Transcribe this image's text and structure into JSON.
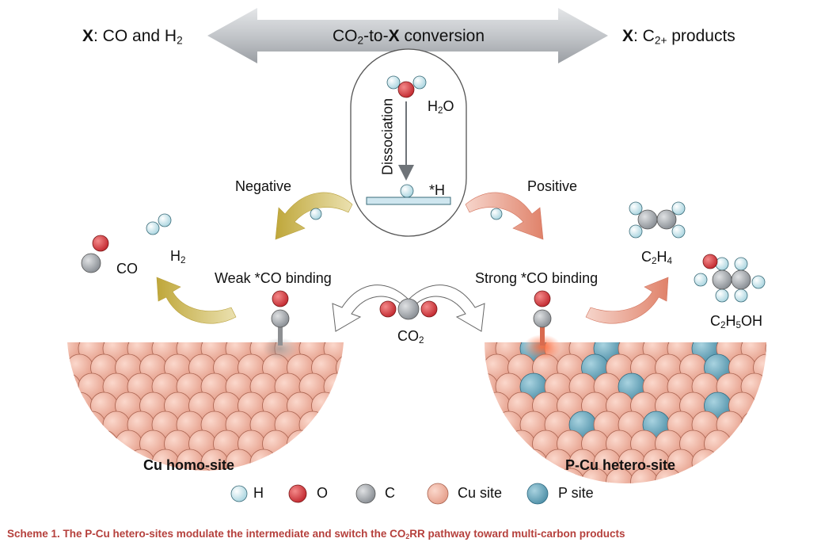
{
  "header": {
    "left_label_prefix": "X",
    "left_label_rest": ": CO and H",
    "left_label_sub": "2",
    "center_label_a": "CO",
    "center_label_sub": "2",
    "center_label_b": "-to-",
    "center_label_bold": "X",
    "center_label_c": " conversion",
    "right_label_prefix": "X",
    "right_label_rest": ": C",
    "right_label_sub": "2+",
    "right_label_tail": " products"
  },
  "center_panel": {
    "h2o_main": "H",
    "h2o_sub": "2",
    "h2o_tail": "O",
    "dissociation": "Dissociation",
    "star_h": "*H"
  },
  "labels": {
    "negative": "Negative",
    "positive": "Positive",
    "co": "CO",
    "h2_main": "H",
    "h2_sub": "2",
    "weak_binding": "Weak *CO binding",
    "strong_binding": "Strong *CO binding",
    "co2_main": "CO",
    "co2_sub": "2",
    "c2h4_a": "C",
    "c2h4_s1": "2",
    "c2h4_b": "H",
    "c2h4_s2": "4",
    "c2h5oh_a": "C",
    "c2h5oh_s1": "2",
    "c2h5oh_b": "H",
    "c2h5oh_s2": "5",
    "c2h5oh_c": "OH",
    "cu_homo": "Cu homo-site",
    "pcu_hetero": "P-Cu hetero-site"
  },
  "legend": [
    {
      "label": "H",
      "color": "#cfe8ee"
    },
    {
      "label": "O",
      "color": "#d9444a"
    },
    {
      "label": "C",
      "color": "#a9adb2"
    },
    {
      "label": "Cu site",
      "color": "#f0b3a1"
    },
    {
      "label": "P site",
      "color": "#6eaac0"
    }
  ],
  "caption": {
    "a": "Scheme 1.  The P-Cu hetero-sites modulate the intermediate and switch the CO",
    "sub": "2",
    "b": "RR pathway toward multi-carbon products"
  },
  "colors": {
    "cu": "#f0b3a1",
    "p": "#6eaac0",
    "o": "#d9444a",
    "c": "#a9adb2",
    "h": "#cfe8ee",
    "negative_arrow": "#d8c675",
    "positive_arrow": "#ec9f8a",
    "caption": "#b5403c"
  }
}
